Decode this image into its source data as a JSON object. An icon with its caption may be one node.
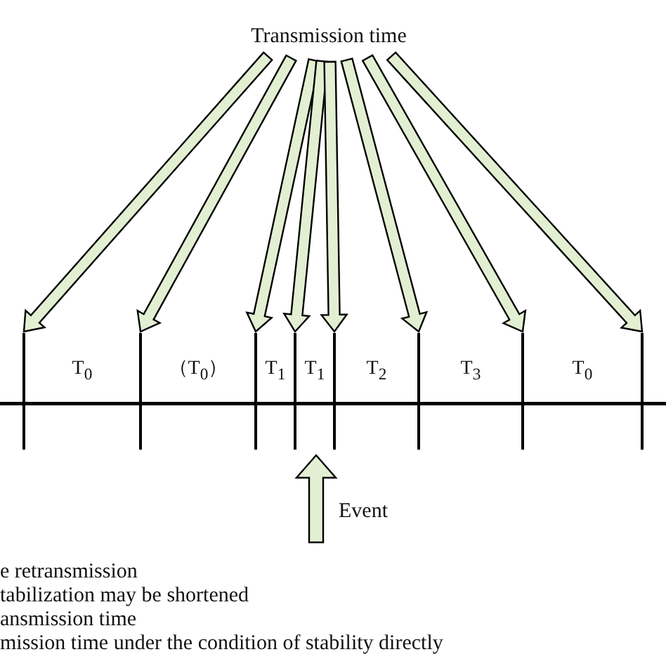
{
  "diagram": {
    "nodes": [
      {
        "text": [
          "Transmission time"
        ]
      },
      {
        "text": [],
        "shape": "bar"
      },
      {
        "text": [],
        "shape": "bar",
        "in": 1
      },
      {
        "text": [],
        "shape": "bar",
        "in": 1
      },
      {
        "text": [],
        "shape": "bar",
        "in": 1
      },
      {
        "text": [],
        "shape": "bar",
        "in": 1
      },
      {
        "text": [],
        "shape": "bar",
        "in": 1
      },
      {
        "text": [],
        "shape": "bar",
        "in": 1
      },
      {
        "text": [],
        "shape": "bar",
        "in": 1
      },
      {
        "text": [],
        "shape": "bar",
        "in": 1
      }
    ],
    "edges": [
      {
        "from": 0,
        "to": 2,
        "arrow": "to"
      },
      {
        "from": 0,
        "to": 3,
        "arrow": "to"
      },
      {
        "from": 0,
        "to": 4,
        "arrow": "to"
      },
      {
        "from": 0,
        "to": 5,
        "arrow": "to"
      },
      {
        "from": 0,
        "to": 6,
        "arrow": "to"
      },
      {
        "from": 0,
        "to": 7,
        "arrow": "to"
      },
      {
        "from": 0,
        "to": 8,
        "arrow": "to"
      },
      {
        "from": 0,
        "to": 9,
        "arrow": "to"
      },
      {
        "from": null,
        "to": 1,
        "arrow": "to"
      }
    ],
    "labels": [
      "T$_{0}$",
      "（T$_{0}$）",
      "T$_{1}$",
      "T$_{1}$",
      "T$_{2}$",
      "T$_{3}$",
      "T$_{0}$",
      "Event",
      "e retransmission",
      "tabilization may be shortened",
      "ansmission time",
      "mission time under the condition of stability directly"
    ]
  }
}
